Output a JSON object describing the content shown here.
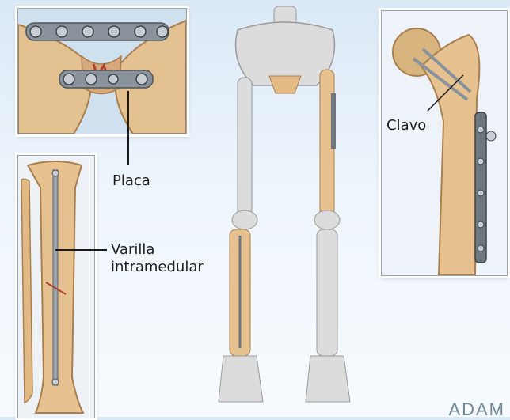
{
  "labels": {
    "plate": "Placa",
    "rod_line1": "Varilla",
    "rod_line2": "intramedular",
    "nail": "Clavo"
  },
  "logo_text": "ADAM",
  "colors": {
    "bone": "#e8c89a",
    "bone_shadow": "#b58a5a",
    "skeleton_gray": "#d9d9d9",
    "skeleton_outline": "#9a9a9a",
    "metal": "#7d868e",
    "background_top": "#dbe9f7",
    "background_bottom": "#f7fbff"
  }
}
